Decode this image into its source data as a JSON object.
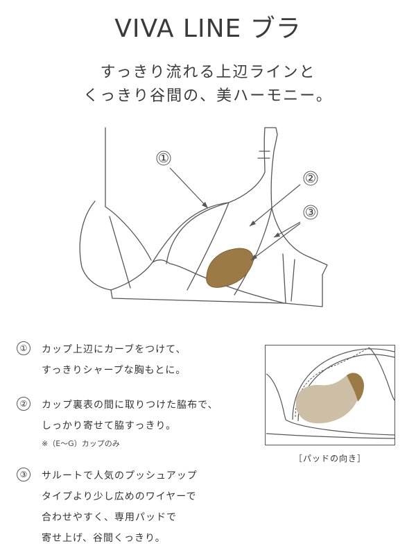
{
  "header": {
    "title": "VIVA LINE ブラ",
    "subtitle_line1": "すっきり流れる上辺ラインと",
    "subtitle_line2": "くっきり谷間の、美ハーモニー。"
  },
  "illustration": {
    "labels": [
      "①",
      "②",
      "③"
    ],
    "pad_color": "#9c7a45",
    "line_color": "#555555"
  },
  "features": [
    {
      "number": "①",
      "lines": [
        "カップ上辺にカーブをつけて、",
        "すっきりシャープな胸もとに。"
      ]
    },
    {
      "number": "②",
      "lines": [
        "カップ裏表の間に取りつけた脇布で、",
        "しっかり寄せて脇すっきり。"
      ],
      "note": "※（E〜G）カップのみ"
    },
    {
      "number": "③",
      "lines": [
        "サルートで人気のプッシュアップ",
        "タイプより少し広めのワイヤーで",
        "合わせやすく、専用パッドで",
        "寄せ上げ、谷間くっきり。"
      ]
    }
  ],
  "inset": {
    "caption": "［パッドの向き］",
    "pad_light_color": "#cdbfa6",
    "pad_dark_color": "#9c7a45"
  }
}
